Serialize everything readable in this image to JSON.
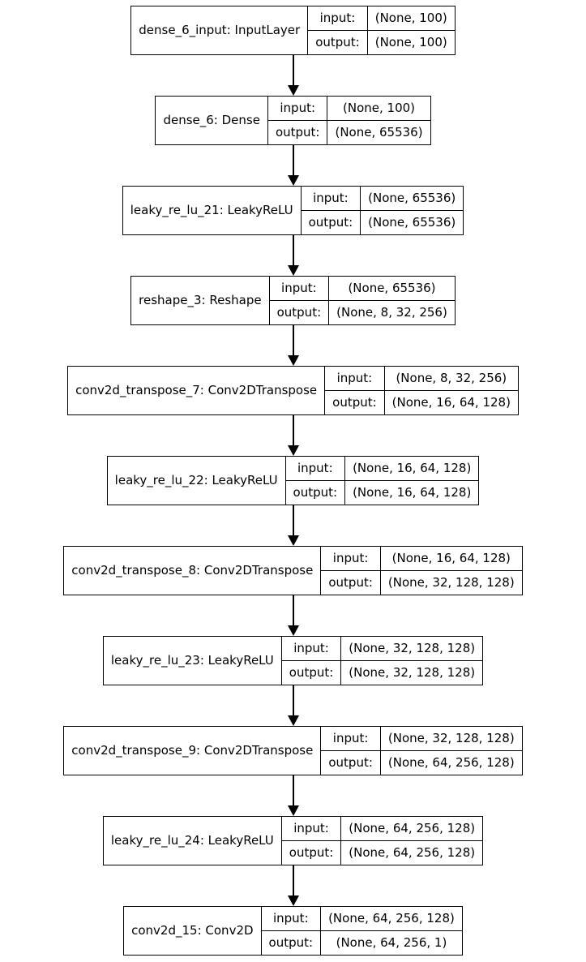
{
  "diagram": {
    "type": "keras-model-architecture-flowchart",
    "colors": {
      "background": "#ffffff",
      "node_fill": "#ffffff",
      "line": "#000000",
      "text": "#000000"
    },
    "labels": {
      "input": "input:",
      "output": "output:"
    },
    "layers": [
      {
        "name": "dense_6_input: InputLayer",
        "input": "(None, 100)",
        "output": "(None, 100)"
      },
      {
        "name": "dense_6: Dense",
        "input": "(None, 100)",
        "output": "(None, 65536)"
      },
      {
        "name": "leaky_re_lu_21: LeakyReLU",
        "input": "(None, 65536)",
        "output": "(None, 65536)"
      },
      {
        "name": "reshape_3: Reshape",
        "input": "(None, 65536)",
        "output": "(None, 8, 32, 256)"
      },
      {
        "name": "conv2d_transpose_7: Conv2DTranspose",
        "input": "(None, 8, 32, 256)",
        "output": "(None, 16, 64, 128)"
      },
      {
        "name": "leaky_re_lu_22: LeakyReLU",
        "input": "(None, 16, 64, 128)",
        "output": "(None, 16, 64, 128)"
      },
      {
        "name": "conv2d_transpose_8: Conv2DTranspose",
        "input": "(None, 16, 64, 128)",
        "output": "(None, 32, 128, 128)"
      },
      {
        "name": "leaky_re_lu_23: LeakyReLU",
        "input": "(None, 32, 128, 128)",
        "output": "(None, 32, 128, 128)"
      },
      {
        "name": "conv2d_transpose_9: Conv2DTranspose",
        "input": "(None, 32, 128, 128)",
        "output": "(None, 64, 256, 128)"
      },
      {
        "name": "leaky_re_lu_24: LeakyReLU",
        "input": "(None, 64, 256, 128)",
        "output": "(None, 64, 256, 128)"
      },
      {
        "name": "conv2d_15: Conv2D",
        "input": "(None, 64, 256, 128)",
        "output": "(None, 64, 256, 1)"
      }
    ]
  }
}
